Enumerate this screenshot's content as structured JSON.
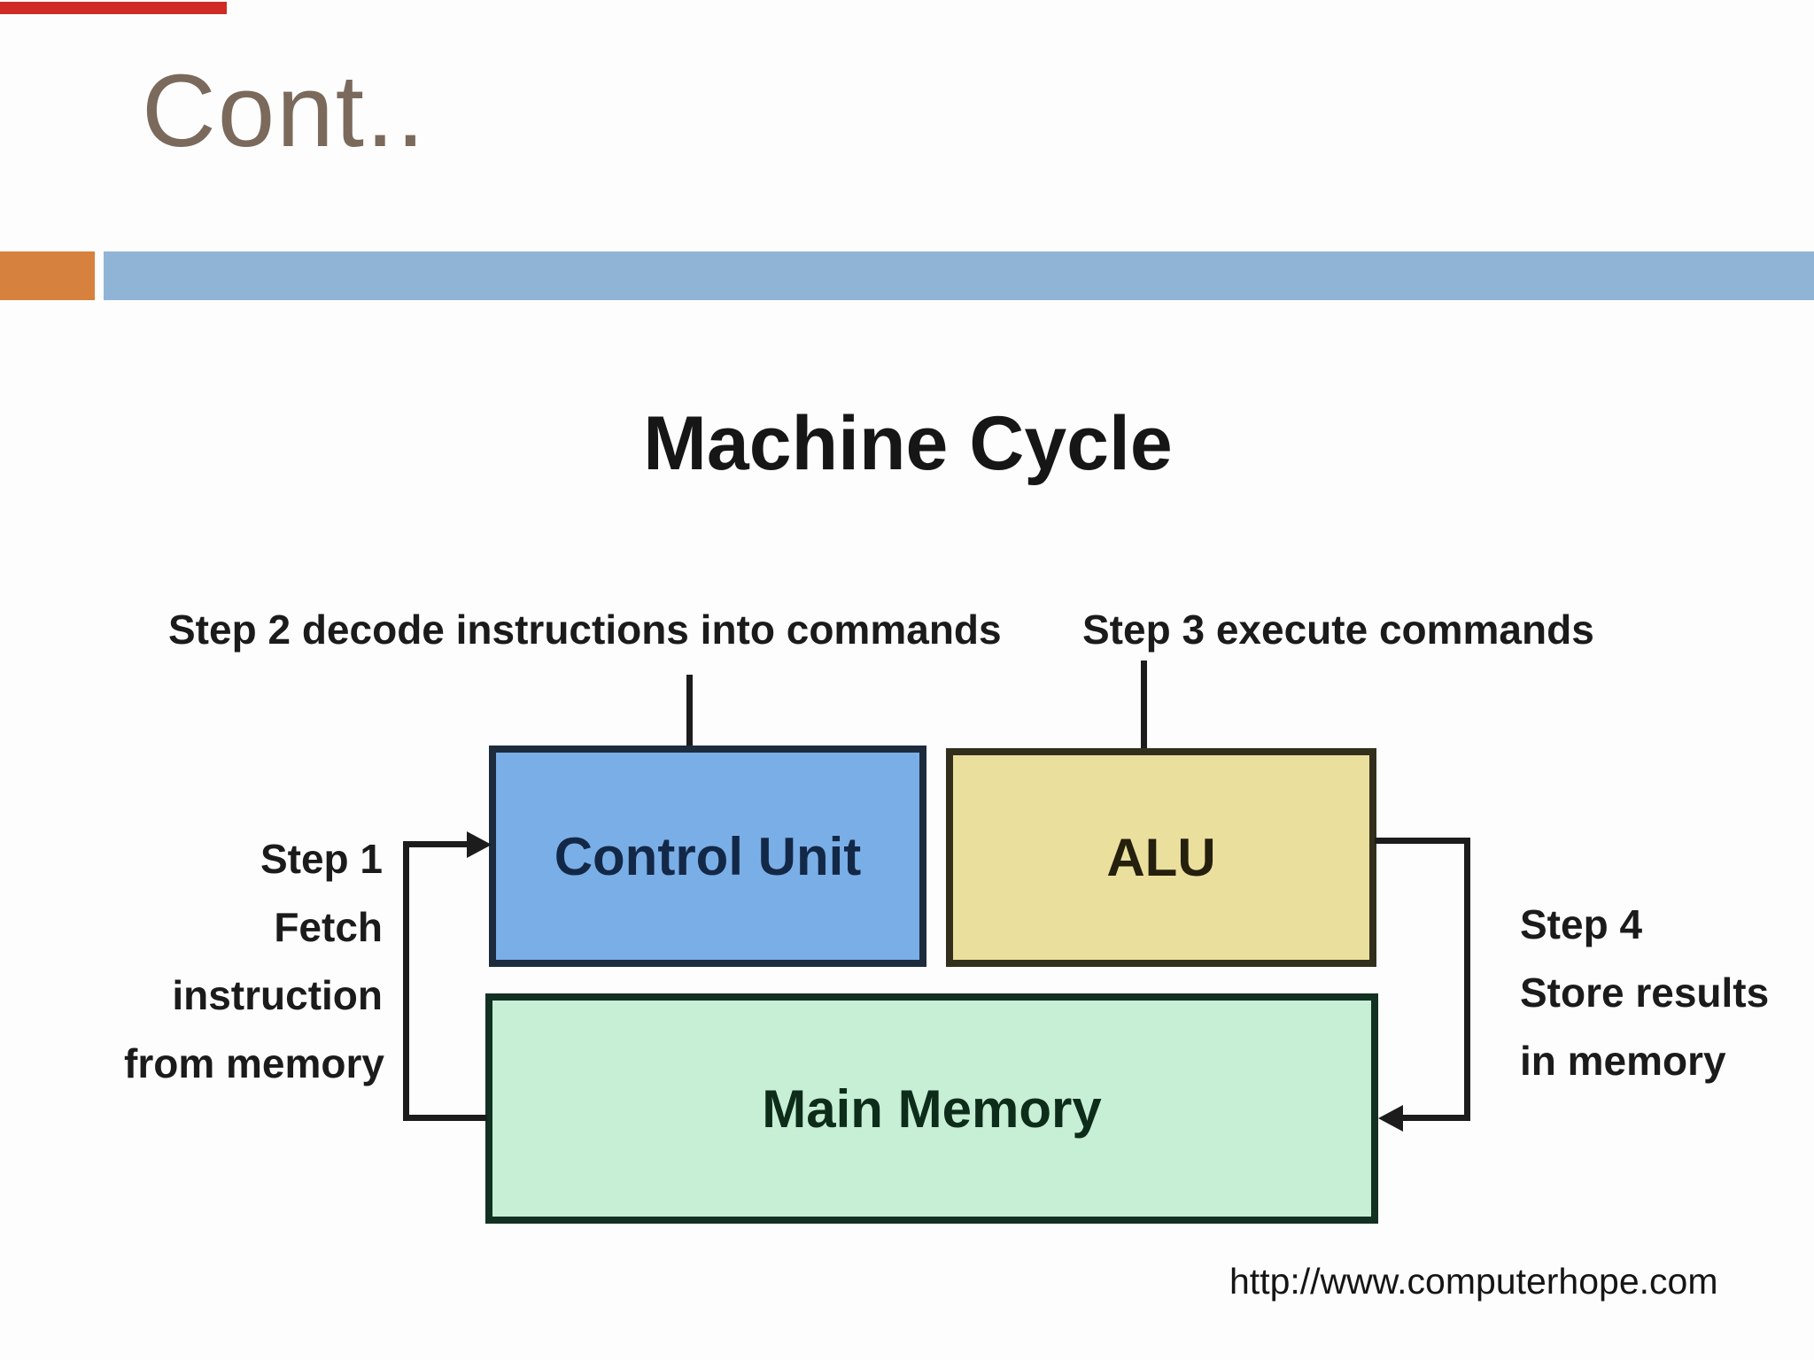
{
  "slide": {
    "title": "Cont..",
    "accents": {
      "red_strip": "#cf2b24",
      "orange_block": "#d6813e",
      "blue_band": "#90b4d5",
      "title_color": "#7b6a5c"
    }
  },
  "diagram": {
    "title": "Machine Cycle",
    "source_url": "http://www.computerhope.com",
    "labels": {
      "step2": "Step 2 decode instructions into commands",
      "step3": "Step 3 execute commands",
      "step1_lines": [
        "Step 1",
        "Fetch",
        "instruction",
        "from memory"
      ],
      "step4_lines": [
        "Step 4",
        "Store results",
        "in memory"
      ]
    },
    "boxes": {
      "control_unit": {
        "label": "Control Unit",
        "fill": "#7aaee7"
      },
      "alu": {
        "label": "ALU",
        "fill": "#ebdf9d"
      },
      "main_memory": {
        "label": "Main Memory",
        "fill": "#c6efd5"
      }
    }
  }
}
